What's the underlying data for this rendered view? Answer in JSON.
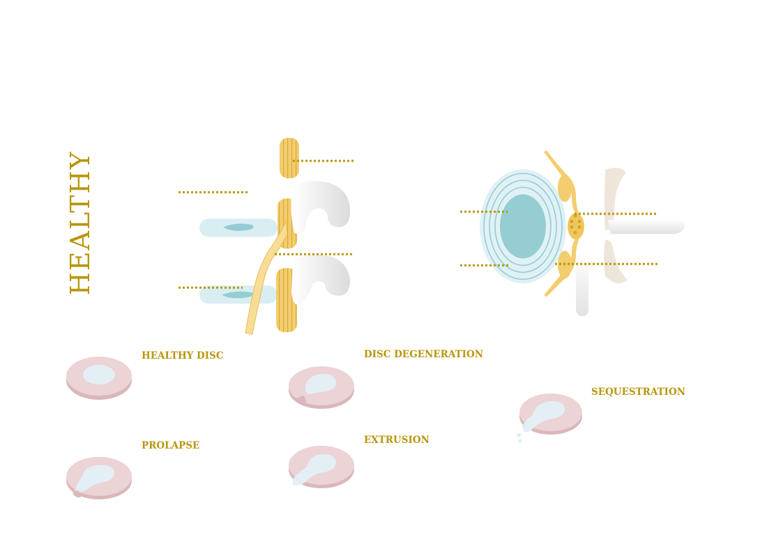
{
  "title": "HEALTHY",
  "labels": {
    "healthy_disc": "HEALTHY DISC",
    "disc_degeneration": "DISC DEGENERATION",
    "sequestration": "SEQUESTRATION",
    "prolapse": "PROLAPSE",
    "extrusion": "EXTRUSION"
  },
  "colors": {
    "accent": "#b8960c",
    "nerve": "#f3cd6e",
    "disc_ring": "#dfc1c4",
    "nucleus": "#e3eff5",
    "teal": "#95cdd3",
    "bone": "#f0f0f0"
  }
}
